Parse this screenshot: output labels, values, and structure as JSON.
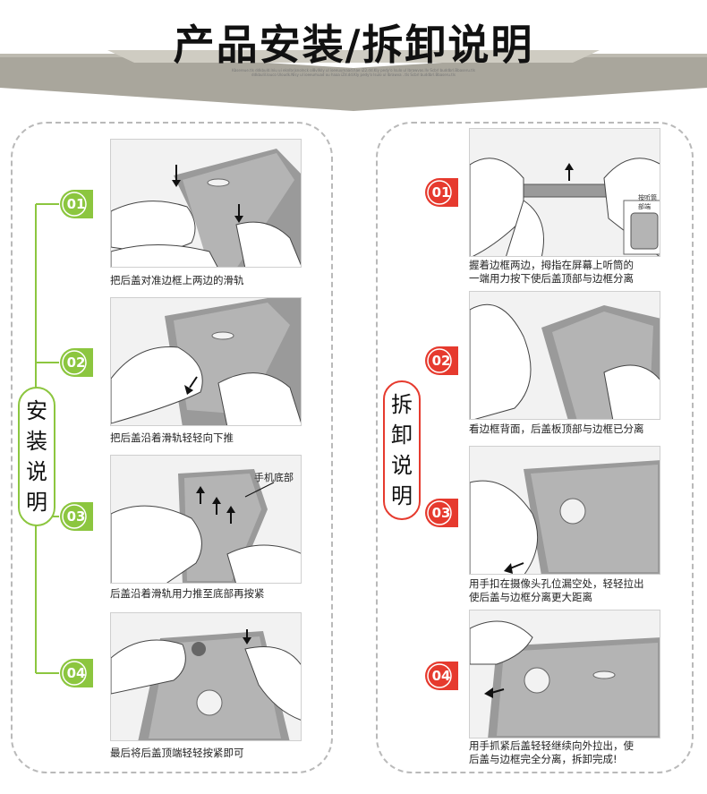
{
  "header": {
    "title": "产品安装/拆卸说明",
    "fine_print": "Kbsereue.tls ddkbuld.lniu ui eknlbrjsnolnck ol8vllkly ul ioeeuumaad.hae iZ2.dd.Kly pedy'o lsulo ul lbrawvas.llv Scbrl buddbrl.Bbaseru.tls ddkbulil.louco Uloudk.Nlsy ul ioeeumuad ou haaa iZd.dd.Kly pedy'o lsulo ul lbrawva ..tls Scbrl buddbrl.Bbaseru.tls"
  },
  "install": {
    "label": "安装说明",
    "label_chars": [
      "安",
      "装",
      "说",
      "明"
    ],
    "accent": "#8cc63f",
    "steps": [
      {
        "num": "01",
        "caption": "把后盖对准边框上两边的滑轨"
      },
      {
        "num": "02",
        "caption": "把后盖沿着滑轨轻轻向下推"
      },
      {
        "num": "03",
        "caption": "后盖沿着滑轨用力推至底部再按紧",
        "callout": "手机底部"
      },
      {
        "num": "04",
        "caption": "最后将后盖顶端轻轻按紧即可"
      }
    ]
  },
  "remove": {
    "label": "拆卸说明",
    "label_chars": [
      "拆",
      "卸",
      "说",
      "明"
    ],
    "accent": "#e63a2e",
    "steps": [
      {
        "num": "01",
        "caption_lines": [
          "握着边框两边，拇指在屏幕上听筒的",
          "一端用力按下使后盖顶部与边框分离"
        ],
        "inset_label": "按听筒部端"
      },
      {
        "num": "02",
        "caption_lines": [
          "看边框背面，后盖板顶部与边框已分离"
        ]
      },
      {
        "num": "03",
        "caption_lines": [
          "用手扣在摄像头孔位漏空处，轻轻拉出",
          "使后盖与边框分离更大距离"
        ]
      },
      {
        "num": "04",
        "caption_lines": [
          "用手抓紧后盖轻轻继续向外拉出，使",
          "后盖与边框完全分离，拆卸完成!"
        ]
      }
    ]
  }
}
